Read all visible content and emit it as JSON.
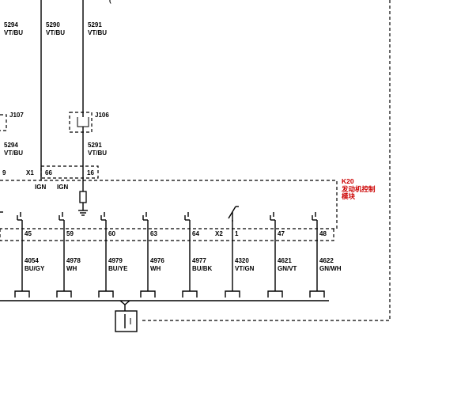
{
  "top_partial_label": "(",
  "top_wires": [
    {
      "id": "w5294",
      "circuit": "5294",
      "color": "VT/BU"
    },
    {
      "id": "w5290",
      "circuit": "5290",
      "color": "VT/BU"
    },
    {
      "id": "w5291",
      "circuit": "5291",
      "color": "VT/BU"
    }
  ],
  "splices": [
    {
      "id": "j107",
      "label": "J107"
    },
    {
      "id": "j106",
      "label": "J106"
    }
  ],
  "mid_wires": [
    {
      "id": "m5294",
      "circuit": "5294",
      "color": "VT/BU"
    },
    {
      "id": "m5291",
      "circuit": "5291",
      "color": "VT/BU"
    }
  ],
  "x1": {
    "connector": "X1",
    "pin_left": "9",
    "pins": [
      "66",
      "16"
    ],
    "ign_labels": [
      "IGN",
      "IGN"
    ]
  },
  "module": {
    "ref": "K20",
    "name_line1": "发动机控制",
    "name_line2": "模块",
    "accent_color": "#cc0000"
  },
  "x2": {
    "connector": "X2",
    "pins": [
      {
        "pin": "45",
        "circuit": "4054",
        "color": "BU/GY"
      },
      {
        "pin": "59",
        "circuit": "4978",
        "color": "WH"
      },
      {
        "pin": "60",
        "circuit": "4979",
        "color": "BU/YE"
      },
      {
        "pin": "63",
        "circuit": "4976",
        "color": "WH"
      },
      {
        "pin": "64",
        "circuit": "4977",
        "color": "BU/BK"
      },
      {
        "pin": "1",
        "circuit": "4320",
        "color": "VT/GN"
      },
      {
        "pin": "47",
        "circuit": "4621",
        "color": "GN/VT"
      },
      {
        "pin": "48",
        "circuit": "4622",
        "color": "GN/WH"
      }
    ]
  }
}
